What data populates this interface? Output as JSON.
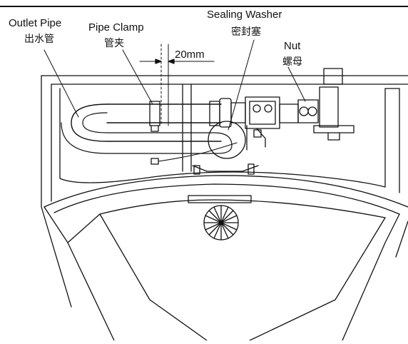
{
  "labels": {
    "outlet_pipe": {
      "en": "Outlet Pipe",
      "zh": "出水管"
    },
    "pipe_clamp": {
      "en": "Pipe Clamp",
      "zh": "管夹"
    },
    "sealing_washer": {
      "en": "Sealing Washer",
      "zh": "密封塞"
    },
    "nut": {
      "en": "Nut",
      "zh": "螺母"
    }
  },
  "dimension": {
    "text": "20mm"
  },
  "colors": {
    "line": "#111111",
    "background": "#ffffff"
  }
}
